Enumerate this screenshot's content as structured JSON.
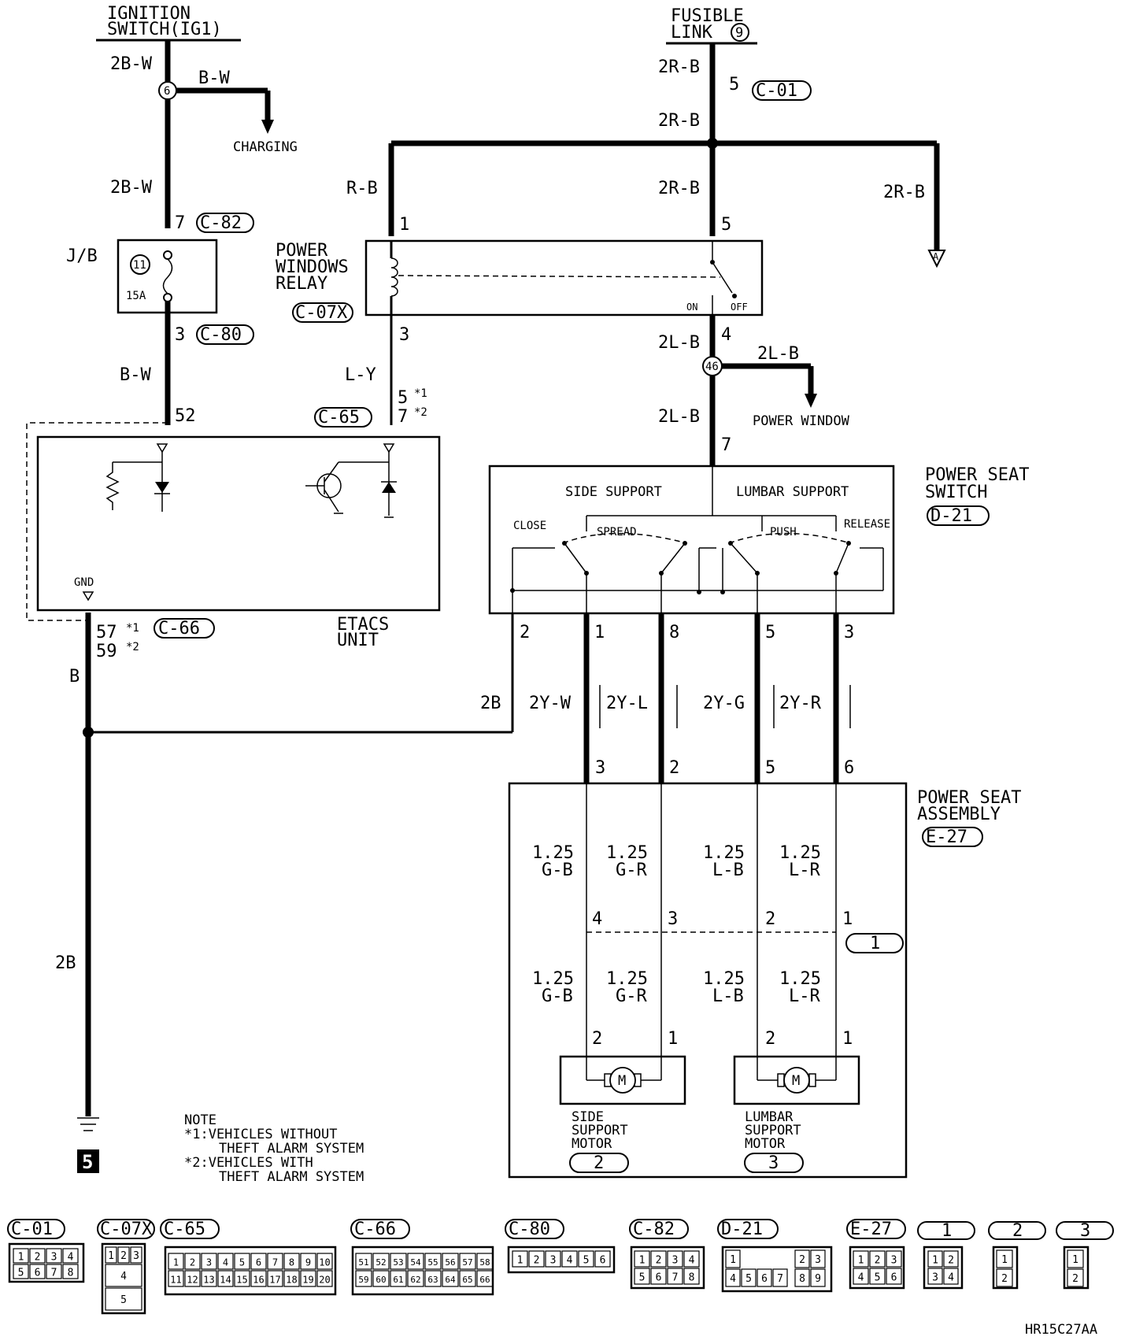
{
  "sources": {
    "ignition_line1": "IGNITION",
    "ignition_line2": "SWITCH(IG1)",
    "fusible_line1": "FUSIBLE",
    "fusible_line2": "LINK",
    "fusible_num": "9"
  },
  "wires": {
    "w_2bw_top": "2B-W",
    "w_bw_branch": "B-W",
    "charging": "CHARGING",
    "w_2bw_mid": "2B-W",
    "w_bw_low": "B-W",
    "w_2rb_top": "2R-B",
    "w_2rb_mid": "2R-B",
    "w_rb": "R-B",
    "w_2rb_relay": "2R-B",
    "w_2rb_right": "2R-B",
    "w_ly": "L-Y",
    "w_2lb_top": "2L-B",
    "w_2lb_branch": "2L-B",
    "power_window": "POWER WINDOW",
    "w_2lb_low": "2L-B",
    "w_b": "B",
    "w_2b": "2B",
    "w_2b_ground": "2B",
    "w_2yw": "2Y-W",
    "w_2yl": "2Y-L",
    "w_2yg": "2Y-G",
    "w_2yr": "2Y-R"
  },
  "fuse": {
    "jb": "J/B",
    "num": "11",
    "rating": "15A"
  },
  "connectors": {
    "c01": "C-01",
    "c82": "C-82",
    "c80": "C-80",
    "c07x": "C-07X",
    "c65": "C-65",
    "c66": "C-66",
    "d21": "D-21",
    "e27": "E-27",
    "j1": "1",
    "j2": "2",
    "j3": "3"
  },
  "pins": {
    "p6": "6",
    "p7_c82": "7",
    "p3_c80": "3",
    "p52": "52",
    "p5_c01": "5",
    "p1_relay": "1",
    "p5_relay": "5",
    "p3_relay": "3",
    "p4_relay": "4",
    "p46": "46",
    "p7_switch": "7",
    "p5_star1": "5",
    "p7_star2": "7",
    "p57": "57",
    "p59": "59",
    "star1": "*1",
    "star2": "*2",
    "sw_p2": "2",
    "sw_p1": "1",
    "sw_p8": "8",
    "sw_p5": "5",
    "sw_p3": "3",
    "asm_p3": "3",
    "asm_p2": "2",
    "asm_p5": "5",
    "asm_p6": "6",
    "in_p4": "4",
    "in_p3": "3",
    "in_p2": "2",
    "in_p1": "1",
    "m1_p2": "2",
    "m1_p1": "1",
    "m2_p2": "2",
    "m2_p1": "1",
    "ground_num": "5"
  },
  "relay": {
    "line1": "POWER",
    "line2": "WINDOWS",
    "line3": "RELAY",
    "on": "ON",
    "off": "OFF"
  },
  "etacs": {
    "line1": "ETACS",
    "line2": "UNIT",
    "gnd": "GND"
  },
  "seat_switch": {
    "line1": "POWER SEAT",
    "line2": "SWITCH",
    "side_support": "SIDE SUPPORT",
    "lumbar_support": "LUMBAR SUPPORT",
    "close": "CLOSE",
    "spread": "SPREAD",
    "push": "PUSH",
    "release": "RELEASE"
  },
  "seat_assembly": {
    "line1": "POWER SEAT",
    "line2": "ASSEMBLY",
    "size": "1.25",
    "gb": "G-B",
    "gr": "G-R",
    "lb": "L-B",
    "lr": "L-R",
    "side_motor_1": "SIDE",
    "side_motor_2": "SUPPORT",
    "side_motor_3": "MOTOR",
    "lumbar_motor_1": "LUMBAR",
    "lumbar_motor_2": "SUPPORT",
    "lumbar_motor_3": "MOTOR",
    "motor_symbol": "M"
  },
  "note": {
    "title": "NOTE",
    "n1_a": "*1:VEHICLES WITHOUT",
    "n1_b": "THEFT ALARM SYSTEM",
    "n2_a": "*2:VEHICLES WITH",
    "n2_b": "THEFT ALARM SYSTEM"
  },
  "connector_faces": {
    "c01": [
      "1",
      "2",
      "3",
      "4",
      "5",
      "6",
      "7",
      "8"
    ],
    "c07x": [
      "1",
      "2",
      "3",
      "4",
      "5"
    ],
    "c65": [
      "1",
      "2",
      "3",
      "4",
      "5",
      "6",
      "7",
      "8",
      "9",
      "10",
      "11",
      "12",
      "13",
      "14",
      "15",
      "16",
      "17",
      "18",
      "19",
      "20"
    ],
    "c66": [
      "51",
      "52",
      "53",
      "54",
      "55",
      "56",
      "57",
      "58",
      "59",
      "60",
      "61",
      "62",
      "63",
      "64",
      "65",
      "66"
    ],
    "c80": [
      "1",
      "2",
      "3",
      "4",
      "5",
      "6"
    ],
    "c82": [
      "1",
      "2",
      "3",
      "4",
      "5",
      "6",
      "7",
      "8"
    ],
    "d21": [
      "1",
      "2",
      "3",
      "4",
      "5",
      "6",
      "7",
      "8",
      "9"
    ],
    "e27": [
      "1",
      "2",
      "3",
      "4",
      "5",
      "6"
    ],
    "j1": [
      "1",
      "2",
      "3",
      "4"
    ],
    "j2": [
      "1",
      "2"
    ],
    "j3": [
      "1",
      "2"
    ]
  },
  "figure_id": "HR15C27AA"
}
